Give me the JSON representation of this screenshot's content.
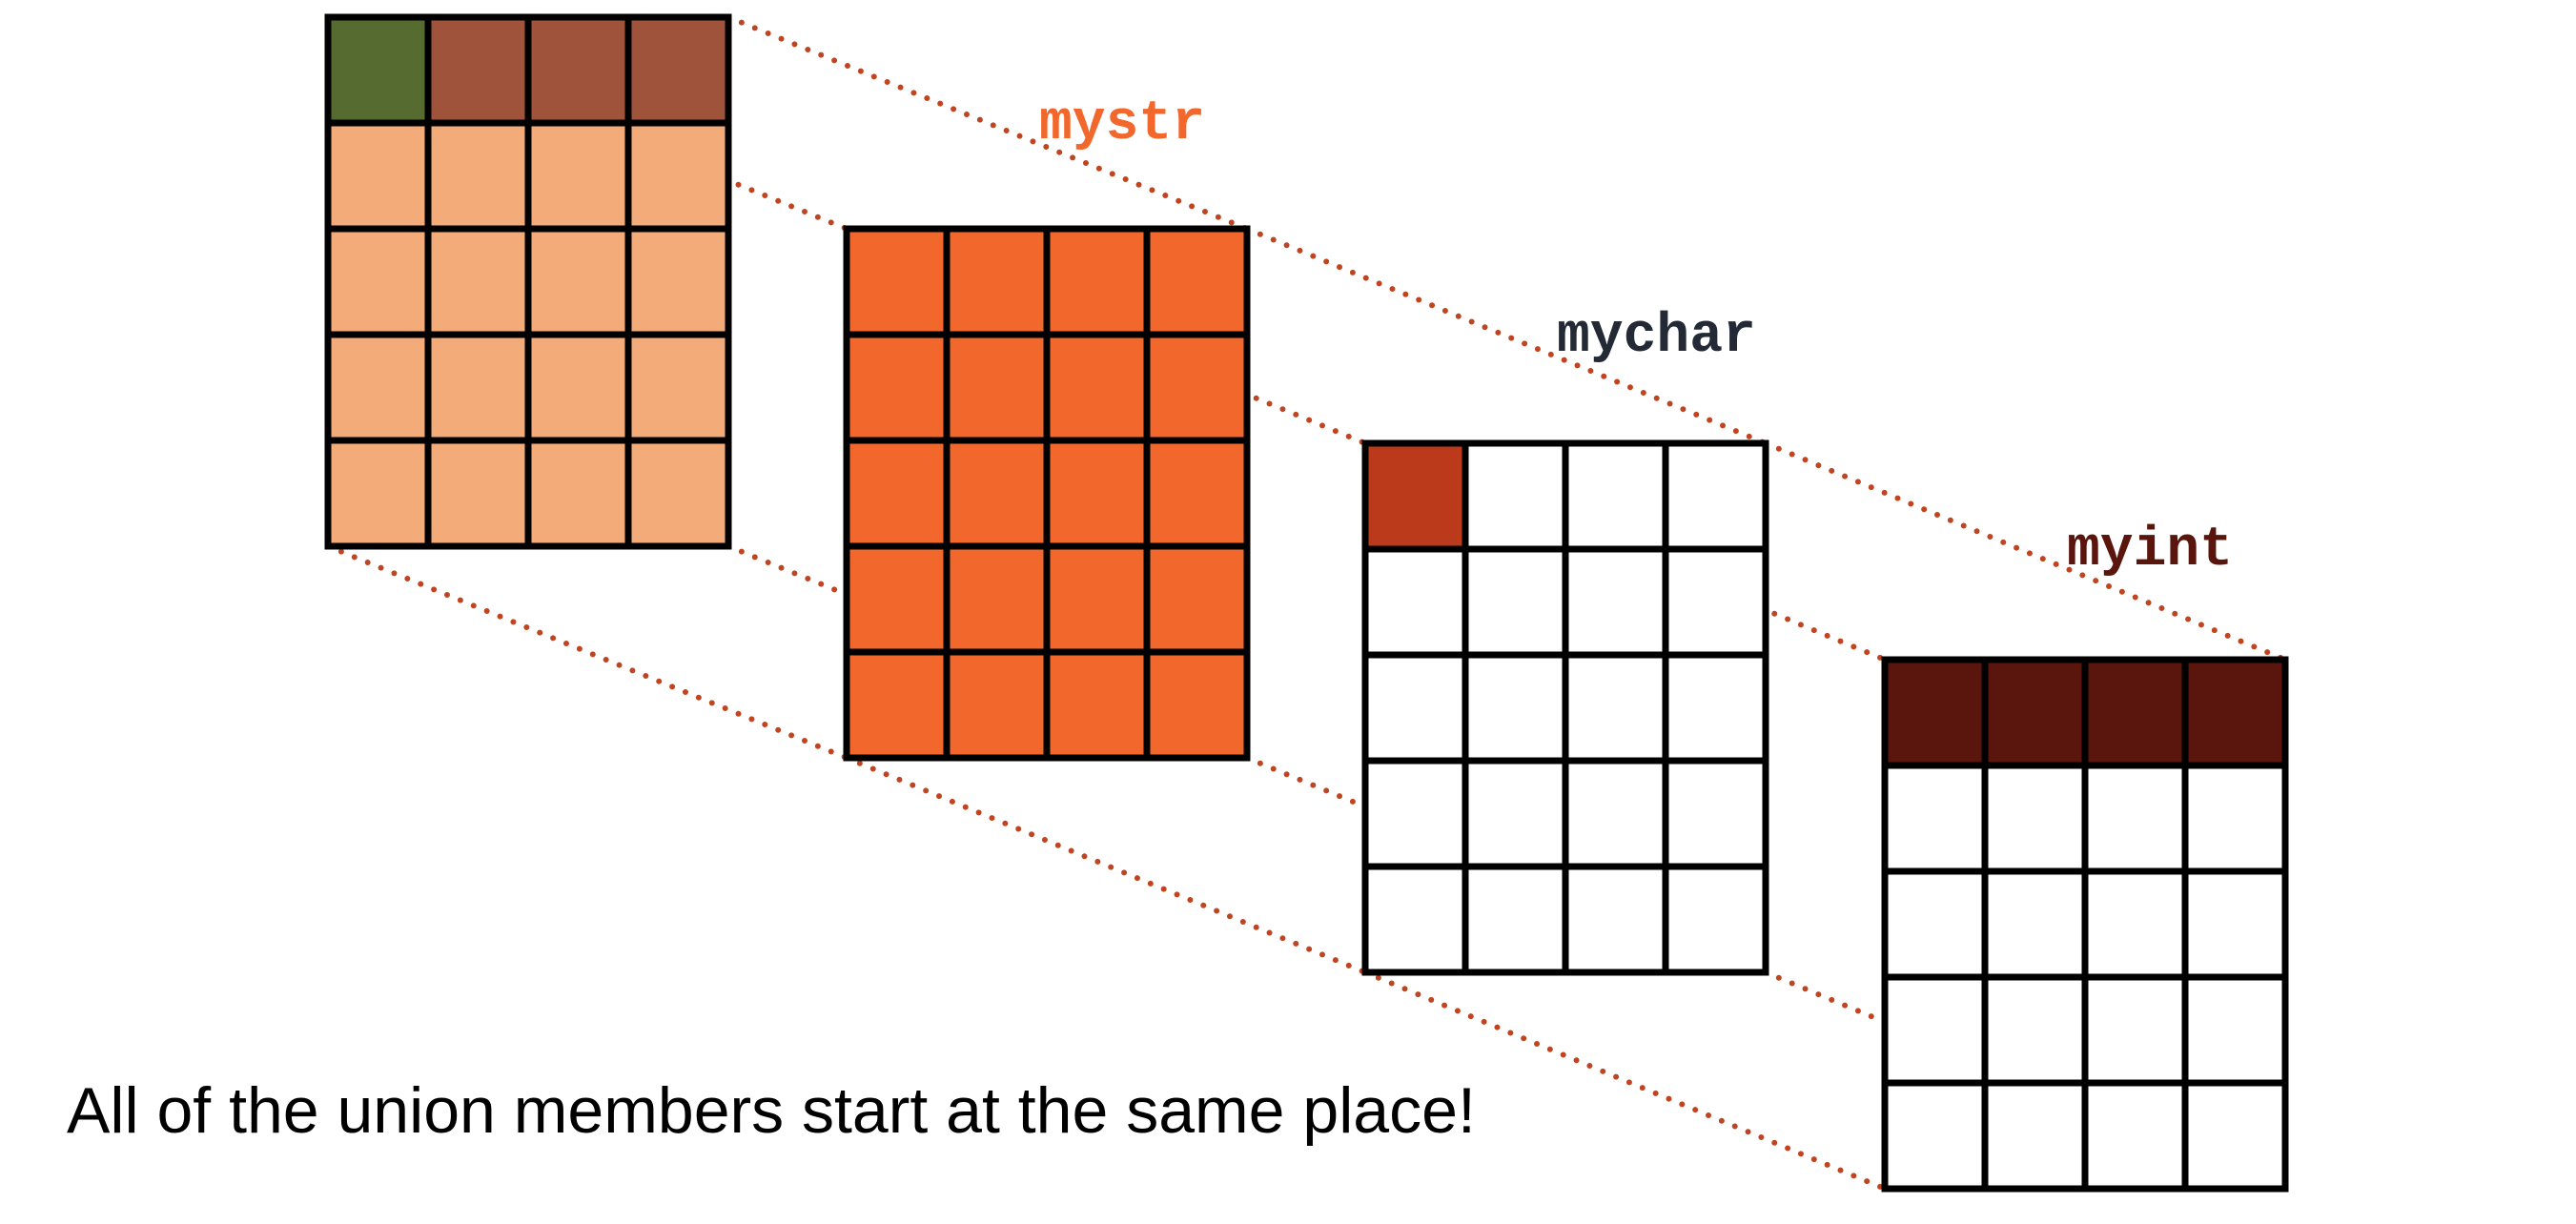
{
  "diagram": {
    "caption": "All of the union members start at the same place!",
    "grid": {
      "rows": 5,
      "cols": 4
    },
    "connector_color": "#c0441f",
    "blocks": [
      {
        "id": "union",
        "label": "",
        "label_color": "",
        "cell_colors": [
          [
            "#556b2f",
            "#a0533b",
            "#a0533b",
            "#a0533b"
          ],
          [
            "#f4ab7a",
            "#f4ab7a",
            "#f4ab7a",
            "#f4ab7a"
          ],
          [
            "#f4ab7a",
            "#f4ab7a",
            "#f4ab7a",
            "#f4ab7a"
          ],
          [
            "#f4ab7a",
            "#f4ab7a",
            "#f4ab7a",
            "#f4ab7a"
          ],
          [
            "#f4ab7a",
            "#f4ab7a",
            "#f4ab7a",
            "#f4ab7a"
          ]
        ]
      },
      {
        "id": "mystr",
        "label": "mystr",
        "label_color": "#f2672b",
        "cell_colors": [
          [
            "#f2672b",
            "#f2672b",
            "#f2672b",
            "#f2672b"
          ],
          [
            "#f2672b",
            "#f2672b",
            "#f2672b",
            "#f2672b"
          ],
          [
            "#f2672b",
            "#f2672b",
            "#f2672b",
            "#f2672b"
          ],
          [
            "#f2672b",
            "#f2672b",
            "#f2672b",
            "#f2672b"
          ],
          [
            "#f2672b",
            "#f2672b",
            "#f2672b",
            "#f2672b"
          ]
        ]
      },
      {
        "id": "mychar",
        "label": "mychar",
        "label_color": "#232a35",
        "cell_colors": [
          [
            "#bc3a1c",
            "#ffffff",
            "#ffffff",
            "#ffffff"
          ],
          [
            "#ffffff",
            "#ffffff",
            "#ffffff",
            "#ffffff"
          ],
          [
            "#ffffff",
            "#ffffff",
            "#ffffff",
            "#ffffff"
          ],
          [
            "#ffffff",
            "#ffffff",
            "#ffffff",
            "#ffffff"
          ],
          [
            "#ffffff",
            "#ffffff",
            "#ffffff",
            "#ffffff"
          ]
        ]
      },
      {
        "id": "myint",
        "label": "myint",
        "label_color": "#5a150d",
        "cell_colors": [
          [
            "#5a150d",
            "#5a150d",
            "#5a150d",
            "#5a150d"
          ],
          [
            "#ffffff",
            "#ffffff",
            "#ffffff",
            "#ffffff"
          ],
          [
            "#ffffff",
            "#ffffff",
            "#ffffff",
            "#ffffff"
          ],
          [
            "#ffffff",
            "#ffffff",
            "#ffffff",
            "#ffffff"
          ],
          [
            "#ffffff",
            "#ffffff",
            "#ffffff",
            "#ffffff"
          ]
        ]
      }
    ]
  }
}
